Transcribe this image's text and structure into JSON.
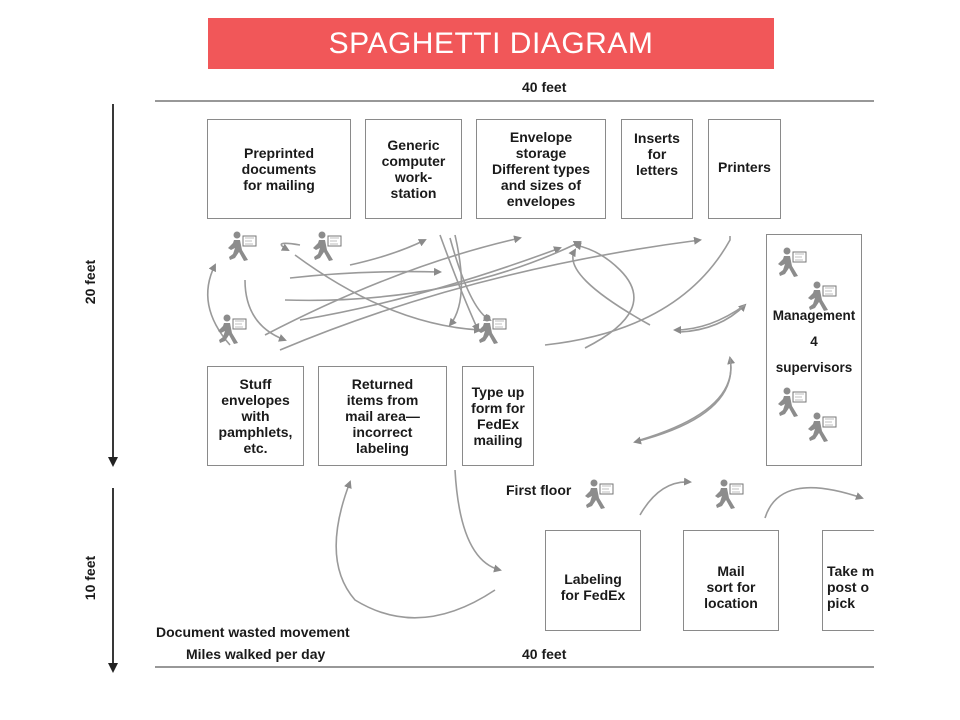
{
  "title": "SPAGHETTI DIAGRAM",
  "dimensions": {
    "top_width": "40 feet",
    "bottom_width": "40 feet",
    "upper_height": "20 feet",
    "lower_height": "10 feet"
  },
  "labels": {
    "first_floor": "First floor",
    "note_line1": "Document wasted movement",
    "note_line2": "Miles walked per day"
  },
  "colors": {
    "banner": "#f15759",
    "blue": "#1b7fc4",
    "green": "#7dbb3c",
    "orange": "#f08a24",
    "red": "#a93438"
  },
  "stations": [
    {
      "num": "1",
      "text": "Preprinted\ndocuments\nfor mailing",
      "color": "blue"
    },
    {
      "num": "2",
      "text": "Generic\ncomputer\nwork-\nstation",
      "color": "blue"
    },
    {
      "num": "3",
      "text": "Envelope\nstorage\nDifferent types\nand sizes of\nenvelopes",
      "color": "blue"
    },
    {
      "num": "4",
      "text": "Inserts\nfor\nletters",
      "color": "blue"
    },
    {
      "num": "5",
      "text": "Printers",
      "color": "blue"
    },
    {
      "num": "6",
      "text": "Stuff\nenvelopes\nwith\npamphlets,\netc.",
      "color": "green"
    },
    {
      "num": "7",
      "text": "Returned\nitems from\nmail area—\nincorrect\nlabeling",
      "color": "green"
    },
    {
      "num": "8",
      "text": "Type up\nform for\nFedEx\nmailing",
      "color": "green"
    },
    {
      "num": "9",
      "text": "Management\n4 supervisors",
      "color": "orange"
    },
    {
      "num": "10",
      "text": "Labeling\nfor FedEx",
      "color": "red"
    },
    {
      "num": "11",
      "text": "Mail\nsort for\nlocation",
      "color": "red"
    },
    {
      "num": "12",
      "text": "Take m\npost o\npick",
      "color": "red"
    }
  ]
}
